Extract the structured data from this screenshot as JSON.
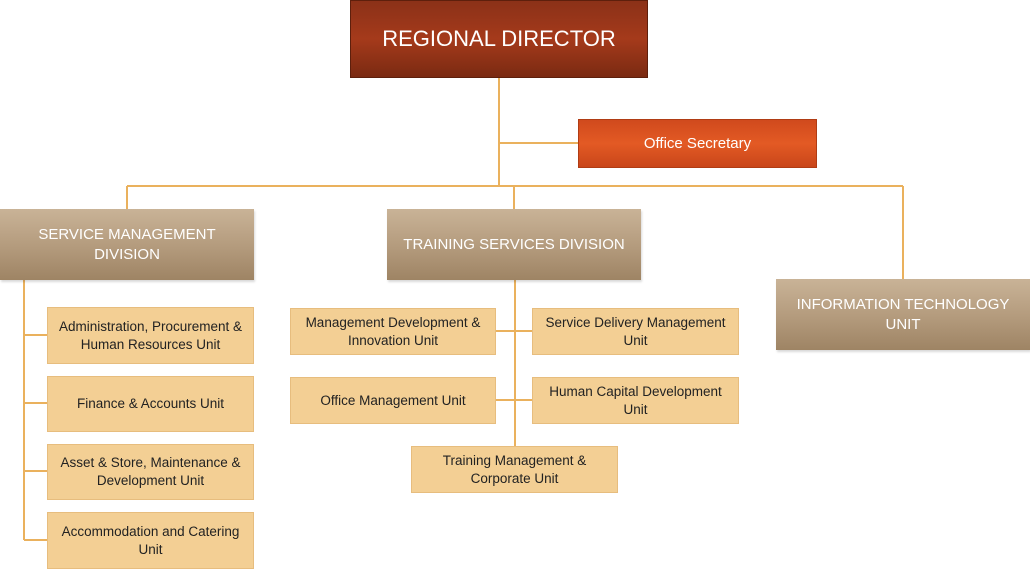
{
  "director": {
    "label": "REGIONAL DIRECTOR"
  },
  "secretary": {
    "label": "Office Secretary"
  },
  "divisions": {
    "service_management": {
      "label": "SERVICE MANAGEMENT DIVISION"
    },
    "training_services": {
      "label": "TRAINING SERVICES DIVISION"
    },
    "information_technology": {
      "label": "INFORMATION TECHNOLOGY UNIT"
    }
  },
  "service_units": [
    "Administration, Procurement & Human Resources Unit",
    "Finance & Accounts Unit",
    "Asset & Store, Maintenance & Development Unit",
    "Accommodation and Catering Unit"
  ],
  "training_units": [
    "Management Development & Innovation Unit",
    "Service Delivery Management Unit",
    "Office Management Unit",
    "Human Capital Development Unit",
    "Training Management & Corporate Unit"
  ],
  "colors": {
    "director": "#9a361a",
    "secretary": "#e05423",
    "division": "#b9a283",
    "unit": "#f3cf94",
    "connector": "#eab15d"
  }
}
